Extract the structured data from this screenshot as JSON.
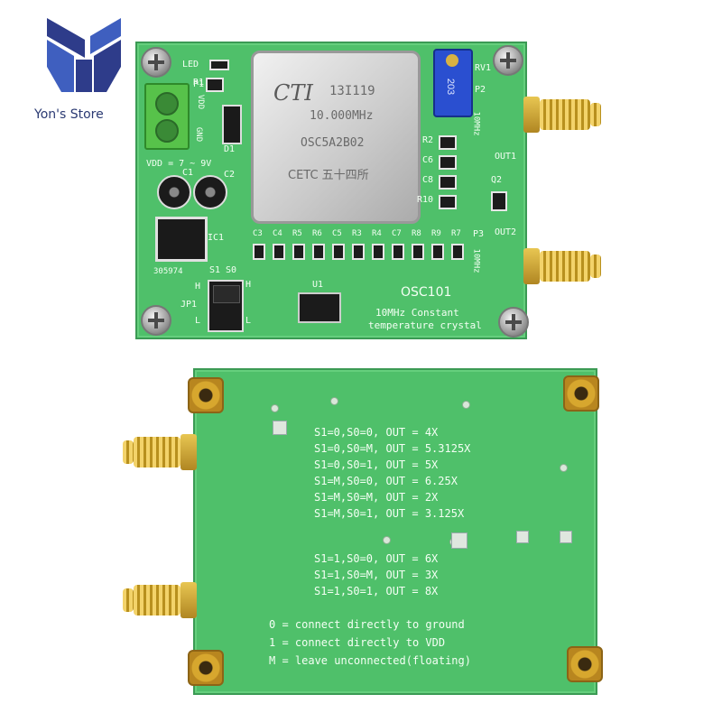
{
  "brand": {
    "name": "Yon's Store",
    "icon": "yon-store-logo",
    "color": "#2e3c8a"
  },
  "top_board": {
    "crystal": {
      "lines": [
        "13I119",
        "10.000MHz",
        "OSC5A2B02",
        "CETC 五十四所"
      ]
    },
    "potentiometer": {
      "code": "203"
    },
    "labels": {
      "led": "LED",
      "r1": "R1",
      "rv1": "RV1",
      "vdd": "VDD",
      "gnd": "GND",
      "d1": "D1",
      "p1": "P1",
      "vdd_range": "VDD = 7 ~ 9V",
      "c1": "C1",
      "c2": "C2",
      "ic1": "IC1",
      "serial": "305974",
      "s1": "S1",
      "s0": "S0",
      "h_left": "H",
      "h_right": "H",
      "l_left": "L",
      "l_right": "L",
      "jp1": "JP1",
      "u1": "U1",
      "p2": "P2",
      "p3": "P3",
      "out1": "OUT1",
      "out2": "OUT2",
      "freq1": "10MHz",
      "freq2": "10MHz",
      "q2": "Q2",
      "r2": "R2",
      "c6": "C6",
      "r10": "R10",
      "c8": "C8",
      "osc": "OSC101",
      "desc1": "10MHz Constant",
      "desc2": "temperature crystal"
    },
    "comp_row": [
      "C3",
      "C4",
      "R5",
      "R6",
      "C5",
      "R3",
      "R4",
      "C7",
      "R8",
      "R9",
      "R7"
    ]
  },
  "bottom_board": {
    "table1": [
      "S1=0,S0=0, OUT = 4X",
      "S1=0,S0=M, OUT = 5.3125X",
      "S1=0,S0=1, OUT = 5X",
      "S1=M,S0=0, OUT = 6.25X",
      "S1=M,S0=M, OUT = 2X",
      "S1=M,S0=1, OUT = 3.125X"
    ],
    "table2": [
      "S1=1,S0=0, OUT = 6X",
      "S1=1,S0=M, OUT = 3X",
      "S1=1,S0=1, OUT = 8X"
    ],
    "legend": [
      "0 = connect directly to ground",
      "1 = connect directly to VDD",
      "M = leave unconnected(floating)"
    ]
  },
  "colors": {
    "pcb": "#4fc06a",
    "gold": "#d7a72e",
    "silk": "#f4fff4"
  }
}
